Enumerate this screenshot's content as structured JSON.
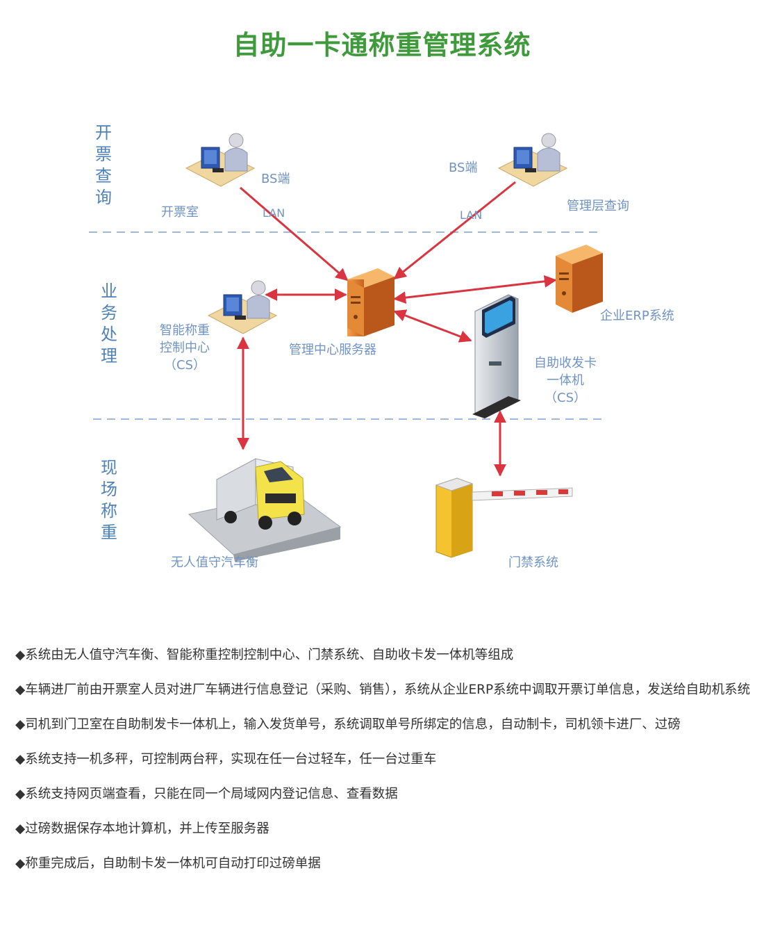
{
  "title": "自助一卡通称重管理系统",
  "sections": [
    {
      "label": "开票查询"
    },
    {
      "label": "业务处理"
    },
    {
      "label": "现场称重"
    }
  ],
  "nodes": {
    "billing_room": "开票室",
    "bs_left": "BS端",
    "bs_right": "BS端",
    "lan_left": "LAN",
    "lan_right": "LAN",
    "management_query": "管理层查询",
    "control_center_line1": "智能称重",
    "control_center_line2": "控制中心",
    "control_center_line3": "（CS）",
    "server": "管理中心服务器",
    "erp": "企业ERP系统",
    "kiosk_line1": "自助收发卡",
    "kiosk_line2": "一体机",
    "kiosk_line3": "（CS）",
    "truck_scale": "无人值守汽车衡",
    "gate": "门禁系统"
  },
  "bullets": [
    "◆系统由无人值守汽车衡、智能称重控制控制中心、门禁系统、自助收卡发一体机等组成",
    "◆车辆进厂前由开票室人员对进厂车辆进行信息登记（采购、销售），系统从企业ERP系统中调取开票订单信息，发送给自助机系统",
    "◆司机到门卫室在自助制发卡一体机上，输入发货单号，系统调取单号所绑定的信息，自动制卡，司机领卡进厂、过磅",
    "◆系统支持一机多秤，可控制两台秤，实现在任一台过轻车，任一台过重车",
    "◆系统支持网页端查看，只能在同一个局域网内登记信息、查看数据",
    "◆过磅数据保存本地计算机，并上传至服务器",
    "◆称重完成后，自助制卡发一体机可自动打印过磅单据"
  ],
  "colors": {
    "title": "#3f9a3c",
    "labels": "#6f93c4",
    "arrow": "#d9343f",
    "divider": "#9fb8d8"
  },
  "icons": [
    "workstation-icon",
    "server-icon",
    "kiosk-icon",
    "truck-scale-icon",
    "barrier-gate-icon"
  ]
}
